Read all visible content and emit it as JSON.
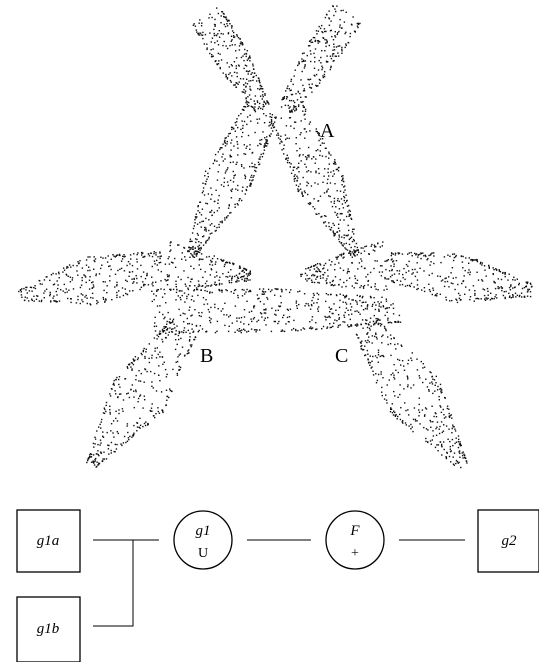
{
  "figure": {
    "point_labels": {
      "a": "A",
      "b": "B",
      "c": "C"
    }
  },
  "graph": {
    "nodes": {
      "g1a": {
        "label": "g1a",
        "shape": "square"
      },
      "g1b": {
        "label": "g1b",
        "shape": "square"
      },
      "g1": {
        "label": "g1",
        "operator": "U",
        "shape": "circle"
      },
      "F": {
        "label": "F",
        "operator": "+",
        "shape": "circle"
      },
      "g2": {
        "label": "g2",
        "shape": "square"
      }
    },
    "edges": [
      [
        "g1a",
        "g1"
      ],
      [
        "g1b",
        "g1"
      ],
      [
        "g1",
        "F"
      ],
      [
        "F",
        "g2"
      ]
    ]
  }
}
